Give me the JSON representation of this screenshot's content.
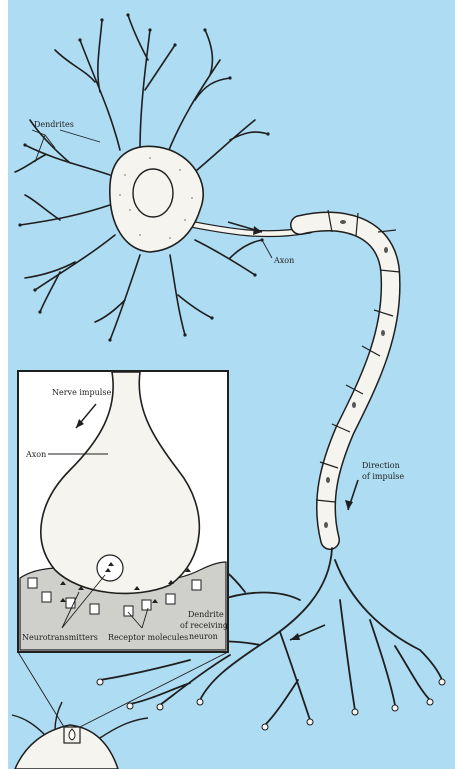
{
  "labels": {
    "dendrites": "Dendrites",
    "axon": "Axon",
    "direction_of_impulse_1": "Direction",
    "direction_of_impulse_2": "of impulse",
    "inset_nerve_impulse": "Nerve impulse",
    "inset_axon": "Axon",
    "inset_neurotransmitters": "Neurotransmitters",
    "inset_receptor_molecules": "Receptor molecules",
    "inset_dendrite_1": "Dendrite",
    "inset_dendrite_2": "of receiving",
    "inset_dendrite_3": "neuron"
  },
  "colors": {
    "background": "#aedcf2",
    "cell_fill": "#f6f4ee",
    "ink": "#1f1f1f",
    "receiving_dendrite": "#cfcfcc",
    "inset_background": "#ffffff"
  }
}
